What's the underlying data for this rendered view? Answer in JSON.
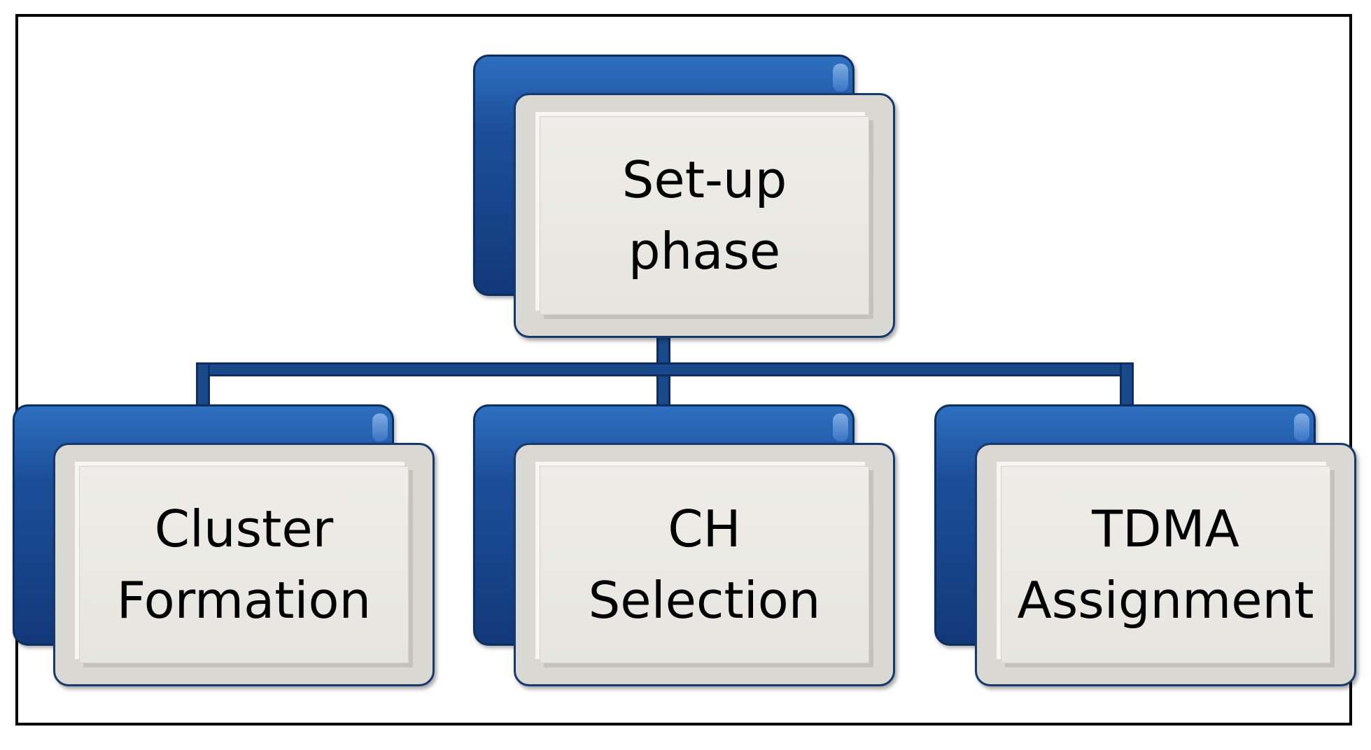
{
  "diagram": {
    "root": {
      "label": "Set-up\nphase"
    },
    "children": [
      {
        "label": "Cluster\nFormation"
      },
      {
        "label": "CH\nSelection"
      },
      {
        "label": "TDMA\nAssignment"
      }
    ]
  },
  "colors": {
    "back_box": "#1c4f99",
    "front_box": "#e6e5df",
    "connector": "#1a4a8c",
    "frame": "#000000"
  }
}
